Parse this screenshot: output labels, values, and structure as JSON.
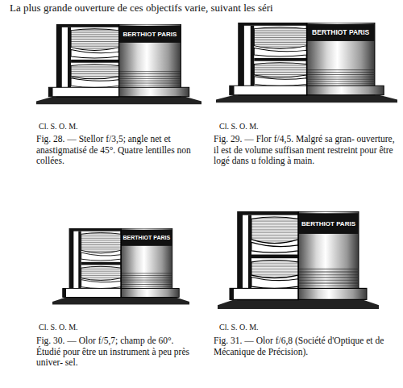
{
  "diagram": {
    "labels": [
      "La plus grande ouverture de ces objectifs varie, suivant les séri",
      "BERTHIOT PARIS",
      "BERTHIOT PARIS",
      "Cl. S. O. M.",
      "Cl. S. O. M.",
      "Fig. 28. — Stellor f/3,5; angle net et anastigmatisé de 45°. Quatre lentilles non collées.",
      "Fig. 29. — Flor f/4,5. Malgré sa gran- ouverture, il est de volume suffisan ment restreint pour être logé dans u folding à main.",
      "BERTHIOT PARIS",
      "BERTHIOT PARIS",
      "Cl. S. O. M.",
      "Cl. S. O. M.",
      "Fig. 30. — Olor f/5,7; champ de 60°. Étudié pour être un instrument à peu près univer- sel.",
      "Fig. 31. — Olor f/6,8 (Société d'Optique et de Mécanique de Précision)."
    ]
  }
}
